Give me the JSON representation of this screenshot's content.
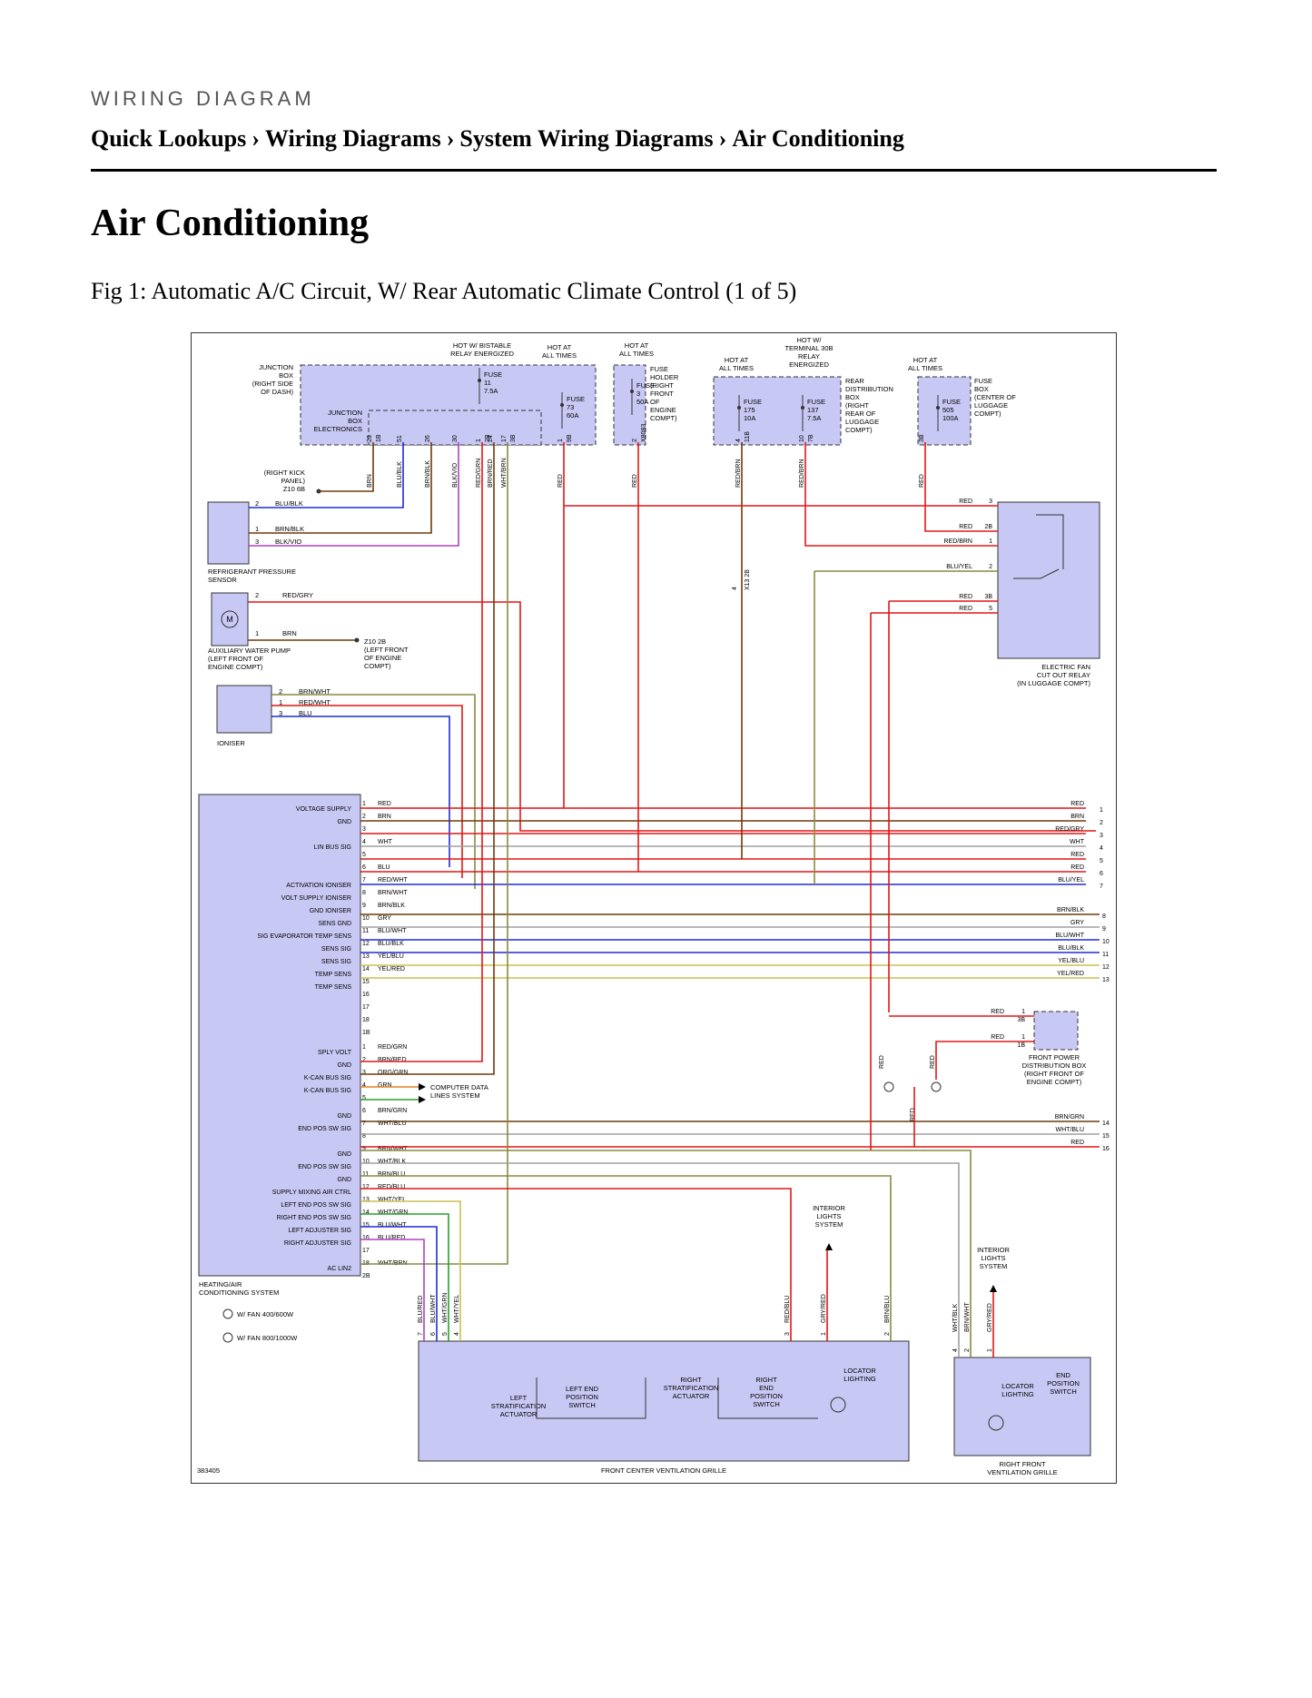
{
  "header": {
    "kicker": "WIRING DIAGRAM",
    "breadcrumb": [
      "Quick Lookups",
      "Wiring Diagrams",
      "System Wiring Diagrams",
      "Air Conditioning"
    ],
    "separator": "›"
  },
  "page": {
    "title": "Air Conditioning",
    "figure_caption": "Fig 1: Automatic A/C Circuit, W/ Rear Automatic Climate Control (1 of 5)"
  },
  "diagram": {
    "ref_number": "383405",
    "colors": {
      "box_fill": "#c8c8f4",
      "red": "#e41616",
      "blue": "#1f2bd6",
      "brown": "#6e3a0a",
      "violet": "#b040c0",
      "green": "#2aa02a",
      "yellow": "#c8c050",
      "gray": "#a0a0a0",
      "olive": "#8a8a40",
      "orange": "#e08020"
    },
    "components": {
      "junction_box": "JUNCTION BOX (RIGHT SIDE OF DASH)",
      "junction_box_electronics": "JUNCTION BOX ELECTRONICS",
      "fuse_holder": "FUSE HOLDER (RIGHT FRONT OF ENGINE COMPT)",
      "rear_distribution_box": "REAR DISTRIBUTION BOX (RIGHT REAR OF LUGGAGE COMPT)",
      "fuse_box": "FUSE BOX (CENTER OF LUGGAGE COMPT)",
      "refrigerant_sensor": "REFRIGERANT PRESSURE SENSOR",
      "aux_water_pump": "AUXILIARY WATER PUMP (LEFT FRONT OF ENGINE COMPT)",
      "ioniser": "IONISER",
      "hvac_system": "HEATING/AIR CONDITIONING SYSTEM",
      "electric_fan_relay": "ELECTRIC FAN CUT OUT RELAY (IN LUGGAGE COMPT)",
      "front_power_box": "FRONT POWER DISTRIBUTION BOX (RIGHT FRONT OF ENGINE COMPT)",
      "front_center_grille": "FRONT CENTER VENTILATION GRILLE",
      "right_front_grille": "RIGHT FRONT VENTILATION GRILLE",
      "computer_data": "COMPUTER DATA LINES SYSTEM",
      "interior_lights_1": "INTERIOR LIGHTS SYSTEM",
      "interior_lights_2": "INTERIOR LIGHTS SYSTEM",
      "right_kick_panel": "(RIGHT KICK PANEL) Z10 6B",
      "left_front_engine": "Z10 2B (LEFT FRONT OF ENGINE COMPT)",
      "left_strat_actuator": "LEFT STRATIFICATION ACTUATOR",
      "left_end_switch": "LEFT END POSITION SWITCH",
      "right_strat_actuator": "RIGHT STRATIFICATION ACTUATOR",
      "right_end_switch": "RIGHT END POSITION SWITCH",
      "locator_lighting_1": "LOCATOR LIGHTING",
      "locator_lighting_2": "LOCATOR LIGHTING",
      "end_position_switch": "END POSITION SWITCH"
    },
    "hot_labels": {
      "bistable": "HOT W/ BISTABLE RELAY ENERGIZED",
      "all_times_1": "HOT AT ALL TIMES",
      "all_times_2": "HOT AT ALL TIMES",
      "all_times_3": "HOT AT ALL TIMES",
      "terminal30b": "HOT W/ TERMINAL 30B RELAY ENERGIZED",
      "all_times_4": "HOT AT ALL TIMES"
    },
    "fuses": [
      {
        "name": "FUSE",
        "num": "11",
        "amp": "7.5A"
      },
      {
        "name": "FUSE",
        "num": "73",
        "amp": "60A"
      },
      {
        "name": "FUSE",
        "num": "3",
        "amp": "50A"
      },
      {
        "name": "FUSE",
        "num": "175",
        "amp": "10A"
      },
      {
        "name": "FUSE",
        "num": "137",
        "amp": "7.5A"
      },
      {
        "name": "FUSE",
        "num": "505",
        "amp": "100A"
      }
    ],
    "notes": {
      "fan1": "W/ FAN 400/600W",
      "fan2": "W/ FAN 800/1000W"
    },
    "hvac_pins_1": [
      {
        "pin": "1",
        "label": "VOLTAGE SUPPLY",
        "wire": "RED"
      },
      {
        "pin": "2",
        "label": "GND",
        "wire": "BRN"
      },
      {
        "pin": "3",
        "label": "",
        "wire": ""
      },
      {
        "pin": "4",
        "label": "LIN BUS SIG",
        "wire": "WHT"
      },
      {
        "pin": "5",
        "label": "",
        "wire": ""
      },
      {
        "pin": "6",
        "label": "",
        "wire": "BLU"
      },
      {
        "pin": "7",
        "label": "ACTIVATION IONISER",
        "wire": "RED/WHT"
      },
      {
        "pin": "8",
        "label": "VOLT SUPPLY IONISER",
        "wire": "BRN/WHT"
      },
      {
        "pin": "9",
        "label": "GND IONISER",
        "wire": "BRN/BLK"
      },
      {
        "pin": "10",
        "label": "SENS GND",
        "wire": "GRY"
      },
      {
        "pin": "11",
        "label": "SIG EVAPORATOR TEMP SENS",
        "wire": "BLU/WHT"
      },
      {
        "pin": "12",
        "label": "SENS SIG",
        "wire": "BLU/BLK"
      },
      {
        "pin": "13",
        "label": "SENS SIG",
        "wire": "YEL/BLU"
      },
      {
        "pin": "14",
        "label": "TEMP SENS",
        "wire": "YEL/RED"
      },
      {
        "pin": "15",
        "label": "TEMP SENS",
        "wire": ""
      },
      {
        "pin": "16",
        "label": "",
        "wire": ""
      },
      {
        "pin": "17",
        "label": "",
        "wire": ""
      },
      {
        "pin": "18",
        "label": "",
        "wire": ""
      },
      {
        "pin": "1B",
        "label": "",
        "wire": ""
      }
    ],
    "hvac_pins_2": [
      {
        "pin": "1",
        "label": "SPLY VOLT",
        "wire": "RED/GRN"
      },
      {
        "pin": "2",
        "label": "GND",
        "wire": "BRN/RED"
      },
      {
        "pin": "3",
        "label": "K-CAN BUS SIG",
        "wire": "ORG/GRN"
      },
      {
        "pin": "4",
        "label": "K-CAN BUS SIG",
        "wire": "GRN"
      },
      {
        "pin": "5",
        "label": "",
        "wire": ""
      },
      {
        "pin": "6",
        "label": "GND",
        "wire": "BRN/GRN"
      },
      {
        "pin": "7",
        "label": "END POS SW SIG",
        "wire": "WHT/BLU"
      },
      {
        "pin": "8",
        "label": "",
        "wire": ""
      },
      {
        "pin": "9",
        "label": "GND",
        "wire": "BRN/WHT"
      },
      {
        "pin": "10",
        "label": "END POS SW SIG",
        "wire": "WHT/BLK"
      },
      {
        "pin": "11",
        "label": "GND",
        "wire": "BRN/BLU"
      },
      {
        "pin": "12",
        "label": "SUPPLY MIXING AIR CTRL",
        "wire": "RED/BLU"
      },
      {
        "pin": "13",
        "label": "LEFT END POS SW SIG",
        "wire": "WHT/YEL"
      },
      {
        "pin": "14",
        "label": "RIGHT END POS SW SIG",
        "wire": "WHT/GRN"
      },
      {
        "pin": "15",
        "label": "LEFT ADJUSTER SIG",
        "wire": "BLU/WHT"
      },
      {
        "pin": "16",
        "label": "RIGHT ADJUSTER SIG",
        "wire": "BLU/RED"
      },
      {
        "pin": "17",
        "label": "",
        "wire": ""
      },
      {
        "pin": "18",
        "label": "AC LIN2",
        "wire": "WHT/BRN"
      },
      {
        "pin": "2B",
        "label": "",
        "wire": ""
      }
    ],
    "right_edge_1": [
      {
        "wire": "RED",
        "num": "1"
      },
      {
        "wire": "BRN",
        "num": "2"
      },
      {
        "wire": "RED/GRY",
        "num": "3"
      },
      {
        "wire": "WHT",
        "num": "4"
      },
      {
        "wire": "RED",
        "num": "5"
      },
      {
        "wire": "RED",
        "num": "6"
      },
      {
        "wire": "BLU/YEL",
        "num": "7"
      },
      {
        "wire": "BRN/BLK",
        "num": "8"
      },
      {
        "wire": "GRY",
        "num": "9"
      },
      {
        "wire": "BLU/WHT",
        "num": "10"
      },
      {
        "wire": "BLU/BLK",
        "num": "11"
      },
      {
        "wire": "YEL/BLU",
        "num": "12"
      },
      {
        "wire": "YEL/RED",
        "num": "13"
      }
    ],
    "right_edge_2": [
      {
        "wire": "BRN/GRN",
        "num": "14"
      },
      {
        "wire": "WHT/BLU",
        "num": "15"
      },
      {
        "wire": "RED",
        "num": "16"
      }
    ],
    "top_pins": [
      {
        "pin": "23",
        "conn": "1B",
        "wire": "BRN"
      },
      {
        "pin": "51",
        "conn": "",
        "wire": "BLU/BLK"
      },
      {
        "pin": "26",
        "conn": "",
        "wire": "BRN/BLK"
      },
      {
        "pin": "30",
        "conn": "",
        "wire": "BLK/VIO"
      },
      {
        "pin": "1",
        "conn": "2B",
        "wire": "RED/GRN"
      },
      {
        "pin": "24",
        "conn": "",
        "wire": "BRN/RED"
      },
      {
        "pin": "17",
        "conn": "3B",
        "wire": "WHT/BRN"
      },
      {
        "pin": "1",
        "conn": "9B",
        "wire": "RED"
      },
      {
        "pin": "2",
        "conn": "X8083",
        "wire": "RED"
      },
      {
        "pin": "4",
        "conn": "11B",
        "wire": "RED/BRN"
      },
      {
        "pin": "10",
        "conn": "7B",
        "wire": "RED/BRN"
      },
      {
        "pin": "3B",
        "conn": "",
        "wire": "RED"
      }
    ],
    "relay_pins": [
      {
        "pin": "3",
        "wire": "RED"
      },
      {
        "pin": "2B",
        "wire": "RED"
      },
      {
        "pin": "1",
        "wire": "RED/BRN"
      },
      {
        "pin": "2",
        "wire": "BLU/YEL"
      },
      {
        "pin": "3B",
        "wire": "RED"
      },
      {
        "pin": "5",
        "wire": "RED"
      }
    ],
    "sensor_pins": [
      {
        "pin": "2",
        "wire": "BLU/BLK"
      },
      {
        "pin": "1",
        "wire": "BRN/BLK"
      },
      {
        "pin": "3",
        "wire": "BLK/VIO"
      }
    ],
    "pump_pins": [
      {
        "pin": "2",
        "wire": "RED/GRY"
      },
      {
        "pin": "1",
        "wire": "BRN"
      }
    ],
    "ioniser_pins": [
      {
        "pin": "2",
        "wire": "BRN/WHT"
      },
      {
        "pin": "1",
        "wire": "RED/WHT"
      },
      {
        "pin": "3",
        "wire": "BLU"
      }
    ],
    "front_power_pins": [
      {
        "pin": "1",
        "conn": "3B",
        "wire": "RED"
      },
      {
        "pin": "1",
        "conn": "1B",
        "wire": "RED"
      }
    ],
    "splice_connector": "X13 2B",
    "splice_pin": "4",
    "vertical_labels": {
      "red_a": "RED",
      "red_b": "RED",
      "red_c": "RED"
    },
    "grille_pins": [
      {
        "pin": "7",
        "wire": "BLU/RED"
      },
      {
        "pin": "6",
        "wire": "BLU/WHT"
      },
      {
        "pin": "5",
        "wire": "WHT/GRN"
      },
      {
        "pin": "4",
        "wire": "WHT/YEL"
      },
      {
        "pin": "3",
        "wire": "RED/BLU"
      },
      {
        "pin": "1",
        "wire": "GRY/RED"
      },
      {
        "pin": "2",
        "wire": "BRN/BLU"
      }
    ],
    "right_grille_pins": [
      {
        "pin": "4",
        "wire": "WHT/BLK"
      },
      {
        "pin": "2",
        "wire": "BRN/WHT"
      },
      {
        "pin": "1",
        "wire": "GRY/RED"
      }
    ]
  }
}
